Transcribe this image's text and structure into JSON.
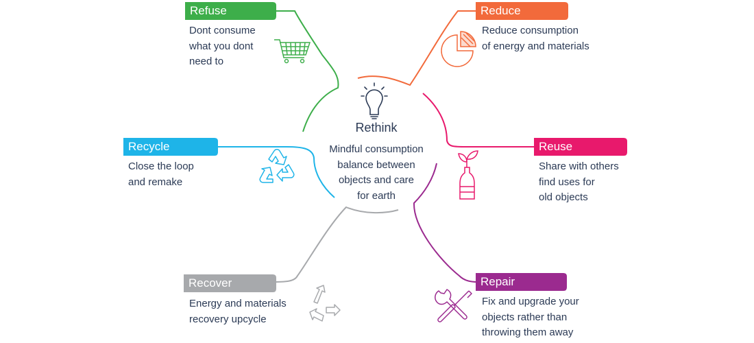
{
  "center": {
    "title": "Rethink",
    "lines": [
      "Mindful consumption",
      "balance between",
      "objects and care",
      "for earth"
    ],
    "icon": "lightbulb-icon"
  },
  "items": [
    {
      "key": "refuse",
      "label": "Refuse",
      "color": "#3dae4a",
      "lines": [
        "Dont consume",
        "what you dont",
        "need to"
      ],
      "icon": "shopping-cart-icon"
    },
    {
      "key": "reduce",
      "label": "Reduce",
      "color": "#f26a3b",
      "lines": [
        "Reduce consumption",
        "of energy and materials"
      ],
      "icon": "pie-chart-icon"
    },
    {
      "key": "reuse",
      "label": "Reuse",
      "color": "#e8196c",
      "lines": [
        "Share with others",
        "find uses for",
        "old objects"
      ],
      "icon": "bottle-plant-icon"
    },
    {
      "key": "repair",
      "label": "Repair",
      "color": "#9b2a8f",
      "lines": [
        "Fix and upgrade your",
        "objects rather than",
        "throwing them away"
      ],
      "icon": "wrench-screwdriver-icon"
    },
    {
      "key": "recover",
      "label": "Recover",
      "color": "#a7a9ac",
      "lines": [
        "Energy and materials",
        "recovery upcycle"
      ],
      "icon": "recover-arrows-icon"
    },
    {
      "key": "recycle",
      "label": "Recycle",
      "color": "#1eb4e8",
      "lines": [
        "Close the loop",
        "and remake"
      ],
      "icon": "recycle-icon"
    }
  ]
}
